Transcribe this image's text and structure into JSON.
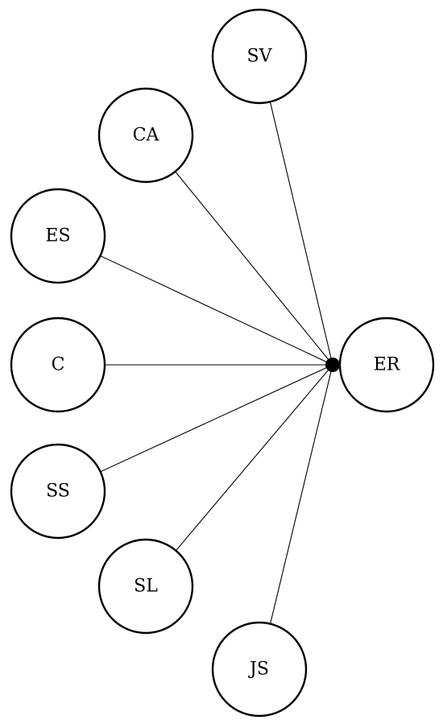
{
  "diagram": {
    "hub": {
      "id": "er",
      "label": "ER"
    },
    "nodes": [
      {
        "id": "sv",
        "label": "SV"
      },
      {
        "id": "ca",
        "label": "CA"
      },
      {
        "id": "es",
        "label": "ES"
      },
      {
        "id": "c",
        "label": "C"
      },
      {
        "id": "ss",
        "label": "SS"
      },
      {
        "id": "sl",
        "label": "SL"
      },
      {
        "id": "js",
        "label": "JS"
      }
    ],
    "edges": [
      {
        "from": "sv",
        "to": "er"
      },
      {
        "from": "ca",
        "to": "er"
      },
      {
        "from": "es",
        "to": "er"
      },
      {
        "from": "c",
        "to": "er"
      },
      {
        "from": "ss",
        "to": "er"
      },
      {
        "from": "sl",
        "to": "er"
      },
      {
        "from": "js",
        "to": "er"
      }
    ],
    "colors": {
      "stroke": "#000000",
      "fill": "#ffffff",
      "junction": "#000000"
    }
  }
}
